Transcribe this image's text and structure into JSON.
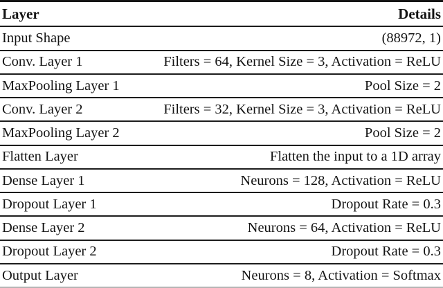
{
  "table": {
    "headers": {
      "layer": "Layer",
      "details": "Details"
    },
    "rows": [
      {
        "layer": "Input Shape",
        "details": "(88972, 1)"
      },
      {
        "layer": "Conv. Layer 1",
        "details": "Filters = 64, Kernel Size = 3, Activation = ReLU"
      },
      {
        "layer": "MaxPooling Layer 1",
        "details": "Pool Size = 2"
      },
      {
        "layer": "Conv. Layer 2",
        "details": "Filters = 32, Kernel Size = 3, Activation = ReLU"
      },
      {
        "layer": "MaxPooling Layer 2",
        "details": "Pool Size = 2"
      },
      {
        "layer": "Flatten Layer",
        "details": "Flatten the input to a 1D array"
      },
      {
        "layer": "Dense Layer 1",
        "details": "Neurons = 128, Activation = ReLU"
      },
      {
        "layer": "Dropout Layer 1",
        "details": "Dropout Rate = 0.3"
      },
      {
        "layer": "Dense Layer 2",
        "details": "Neurons = 64, Activation = ReLU"
      },
      {
        "layer": "Dropout Layer 2",
        "details": "Dropout Rate = 0.3"
      },
      {
        "layer": "Output Layer",
        "details": "Neurons = 8, Activation = Softmax"
      }
    ]
  },
  "colors": {
    "text": "#141414",
    "rule": "#1c1c1c",
    "top_rule": "#151515",
    "bottom_rule": "#b4b4b4",
    "background": "#ffffff"
  }
}
